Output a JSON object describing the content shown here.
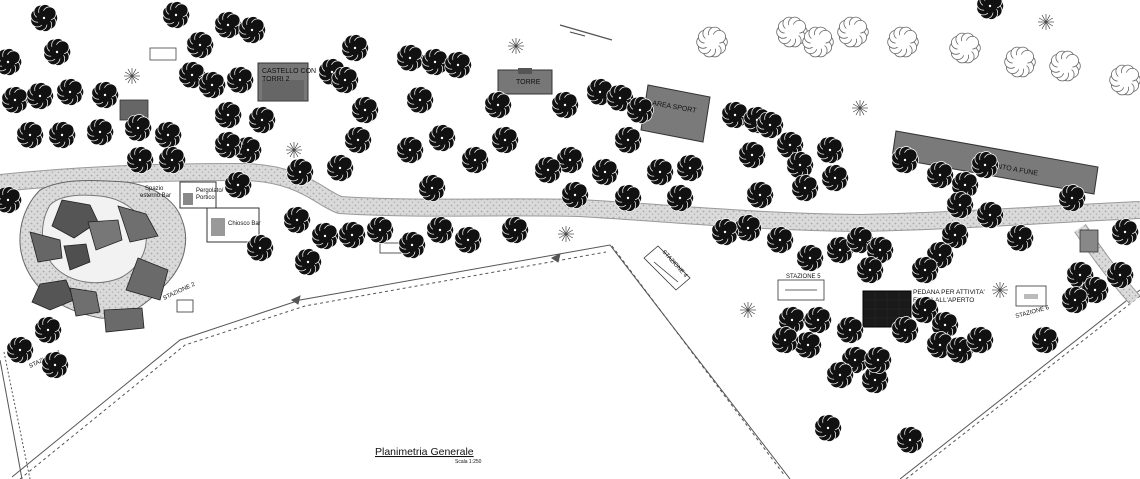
{
  "title": {
    "main": "Planimetria Generale",
    "scale": "Scala 1:250"
  },
  "labels": {
    "castello": [
      "CASTELLO CON",
      "TORRI 2"
    ],
    "torre": "TORRE",
    "area_sport": "AREA SPORT",
    "impianto": "IMPIANTO A FUNE",
    "spazio_bar": [
      "Spazio",
      "esterno Bar"
    ],
    "pergolato": [
      "Pergolato/",
      "Portico"
    ],
    "chiosco": "Chiosco Bar",
    "stazione_1": "STAZIONE 1",
    "stazione_2": "STAZIONE 2",
    "stazione_4": "STAZIONE 4",
    "stazione_5": "STAZIONE 5",
    "stazione_6": "STAZIONE 6",
    "pedana": [
      "PEDANA PER ATTIVITA'",
      "FISICA ALL'APERTO"
    ]
  },
  "colors": {
    "building": "#777777",
    "building_dark": "#555555",
    "pedana": "#1a1a1a",
    "path": "#d4d4d4",
    "line": "#444444",
    "tree": "#111111"
  },
  "icons": {
    "tree": "tree-icon",
    "outline_tree": "outline-tree-icon",
    "palm": "palm-icon"
  }
}
